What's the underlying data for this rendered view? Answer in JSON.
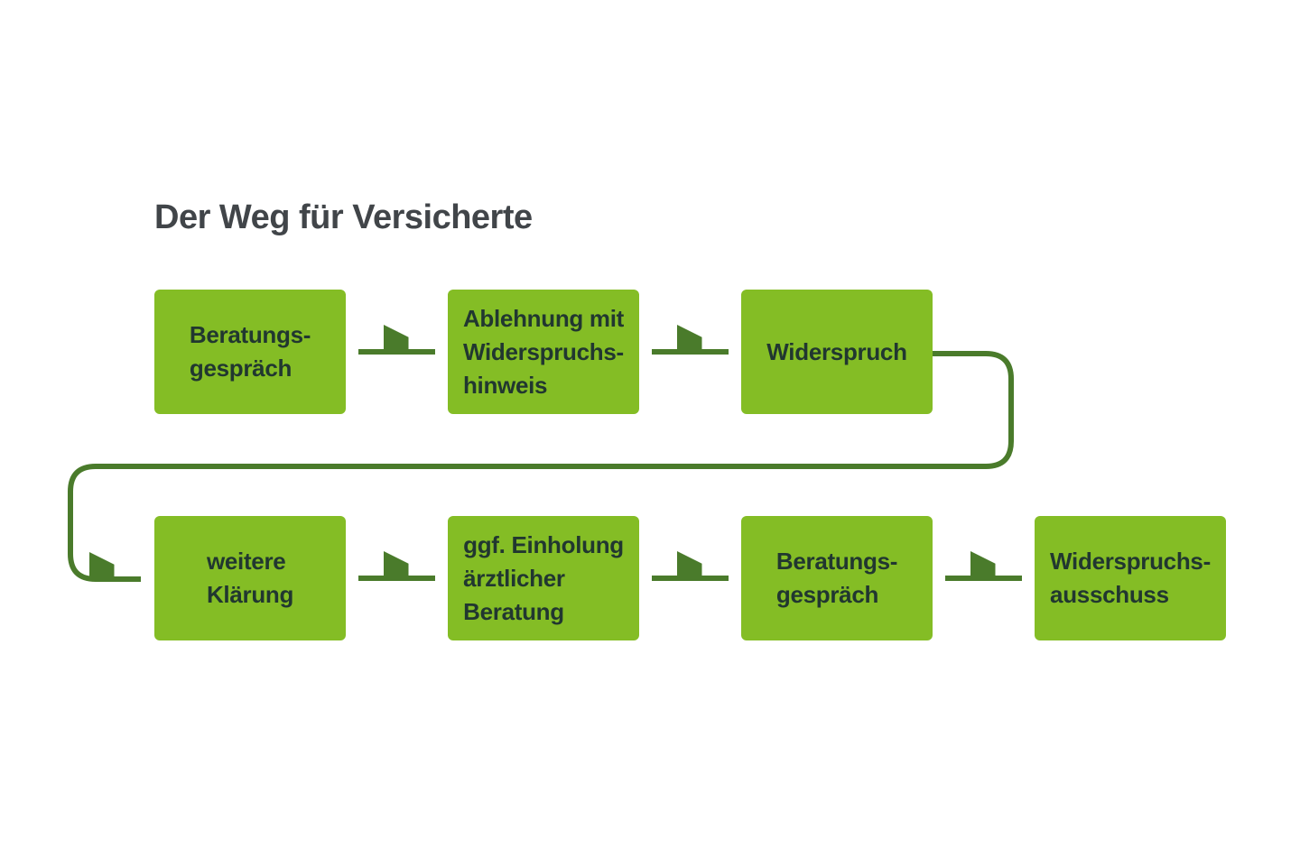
{
  "title": "Der Weg für Versicherte",
  "colors": {
    "background": "#ffffff",
    "box": "#84bd25",
    "arrow": "#4a7b2b",
    "box_text": "#213730",
    "title_text": "#414549"
  },
  "nodes": [
    {
      "id": "beratungsgespraech-1",
      "row": 1,
      "col": 1,
      "label": "Beratungs-\ngespräch"
    },
    {
      "id": "ablehnung-mit-widerspruchshinweis",
      "row": 1,
      "col": 2,
      "label": "Ablehnung mit\nWiderspruchs-\nhinweis"
    },
    {
      "id": "widerspruch",
      "row": 1,
      "col": 3,
      "label": "Widerspruch"
    },
    {
      "id": "weitere-klaerung",
      "row": 2,
      "col": 1,
      "label": "weitere\nKlärung"
    },
    {
      "id": "ggf-einholung-aerztlicher-beratung",
      "row": 2,
      "col": 2,
      "label": "ggf. Einholung\närztlicher\nBeratung"
    },
    {
      "id": "beratungsgespraech-2",
      "row": 2,
      "col": 3,
      "label": "Beratungs-\ngespräch"
    },
    {
      "id": "widerspruchsausschuss",
      "row": 2,
      "col": 4,
      "label": "Widerspruchs-\nausschuss"
    }
  ],
  "connections": [
    {
      "from": "beratungsgespraech-1",
      "to": "ablehnung-mit-widerspruchshinweis",
      "type": "straight-arrow"
    },
    {
      "from": "ablehnung-mit-widerspruchshinweis",
      "to": "widerspruch",
      "type": "straight-arrow"
    },
    {
      "from": "widerspruch",
      "to": "weitere-klaerung",
      "type": "wrap-around-arrow"
    },
    {
      "from": "weitere-klaerung",
      "to": "ggf-einholung-aerztlicher-beratung",
      "type": "straight-arrow"
    },
    {
      "from": "ggf-einholung-aerztlicher-beratung",
      "to": "beratungsgespraech-2",
      "type": "straight-arrow"
    },
    {
      "from": "beratungsgespraech-2",
      "to": "widerspruchsausschuss",
      "type": "straight-arrow"
    }
  ]
}
